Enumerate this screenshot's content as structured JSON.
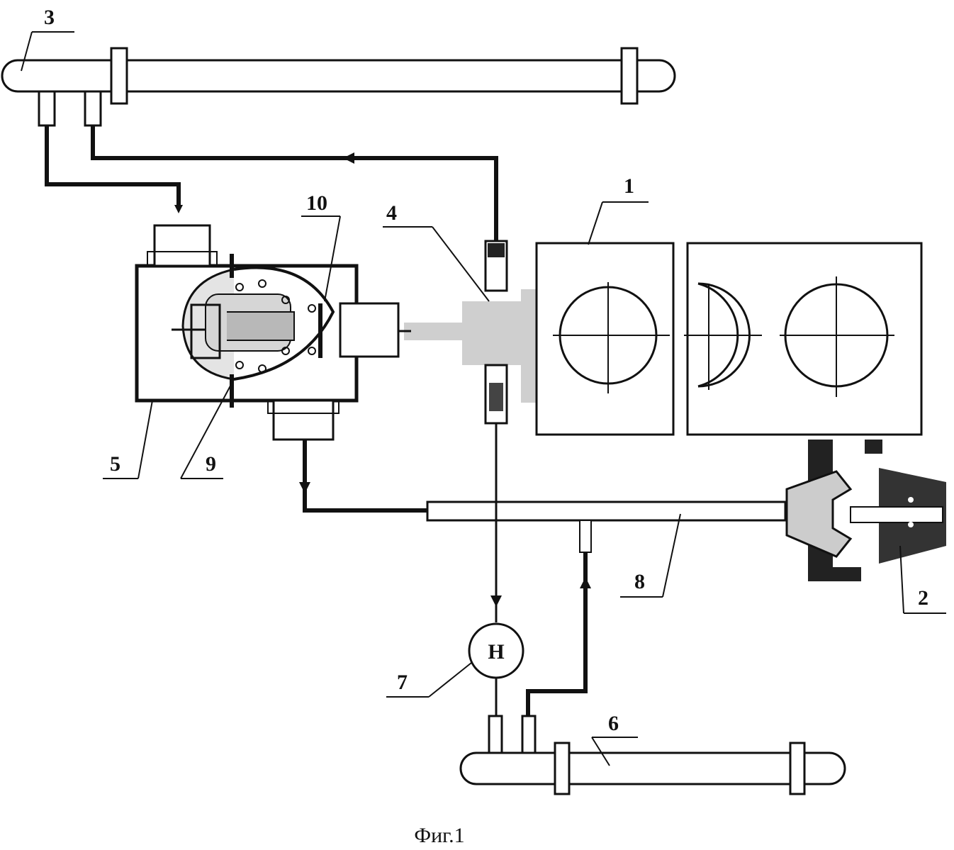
{
  "labels": {
    "l1": "1",
    "l2": "2",
    "l3": "3",
    "l4": "4",
    "l5": "5",
    "l6": "6",
    "l7": "7",
    "l8": "8",
    "l9": "9",
    "l10": "10"
  },
  "pump_symbol": "Н",
  "caption": "Фиг.1"
}
